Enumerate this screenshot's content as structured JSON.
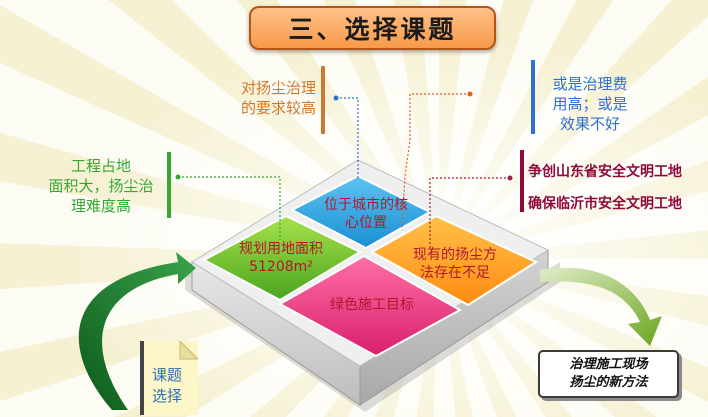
{
  "title": "三、选择课题",
  "callouts": {
    "top_center": [
      "对扬尘治理",
      "的要求较高"
    ],
    "top_right": [
      "或是治理费",
      "用高；或是",
      "效果不好"
    ],
    "left": [
      "工程占地",
      "面积大，扬尘治",
      "理难度高"
    ],
    "right": [
      "争创山东省安全文明工地",
      "确保临沂市安全文明工地"
    ]
  },
  "tiles": {
    "blue": [
      "位于城市的核",
      "心位置"
    ],
    "green": [
      "规划用地面积",
      "51208m²"
    ],
    "orange": [
      "现有的扬尘方",
      "法存在不足"
    ],
    "pink": [
      "绿色施工目标"
    ]
  },
  "method_box": [
    "治理施工现场",
    "扬尘的新方法"
  ],
  "note": [
    "课题",
    "选择"
  ],
  "colors": {
    "title_bg": "#f79a4a",
    "tile_blue": "#2aa3e0",
    "tile_green": "#5fbf2a",
    "tile_orange": "#ff9a1c",
    "tile_pink": "#e8367e",
    "arrow_green": "#1e7a2a",
    "callout_orange": "#d2782c",
    "callout_blue": "#2f6fd1",
    "callout_green": "#35a832",
    "callout_maroon": "#8e0a3c"
  }
}
